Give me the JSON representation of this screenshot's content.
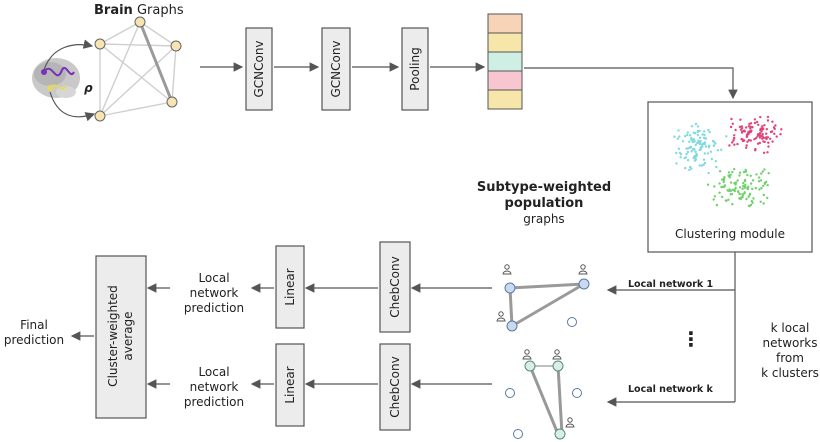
{
  "brain_graphs": {
    "title_bold": "Brain",
    "title_rest": " Graphs",
    "rho": "ρ"
  },
  "top_pipeline": {
    "gcn1": "GCNConv",
    "gcn2": "GCNConv",
    "pooling": "Pooling"
  },
  "embedding_colors": [
    "#f7d4b8",
    "#f7e6a9",
    "#cfeee4",
    "#f7c6d1",
    "#f7e6a9"
  ],
  "clustering": {
    "label": "Clustering module",
    "cluster_colors": [
      "#7fd9e0",
      "#e0457a",
      "#6fd16a"
    ]
  },
  "population": {
    "title_line1": "Subtype-weighted",
    "title_line2": "population",
    "title_line3": "graphs"
  },
  "local_networks": {
    "net1_label": "Local network 1",
    "netk_label": "Local network k",
    "dots": "⋮",
    "k_local_line1": "k local",
    "k_local_line2": "networks",
    "k_local_line3": "from",
    "k_local_line4": "k clusters"
  },
  "branch1": {
    "chebconv": "ChebConv",
    "linear": "Linear",
    "pred_line1": "Local",
    "pred_line2": "network",
    "pred_line3": "prediction"
  },
  "branchk": {
    "chebconv": "ChebConv",
    "linear": "Linear",
    "pred_line1": "Local",
    "pred_line2": "network",
    "pred_line3": "prediction"
  },
  "aggregation": {
    "line1": "Cluster-weighted",
    "line2": "average"
  },
  "final": {
    "line1": "Final",
    "line2": "prediction"
  }
}
